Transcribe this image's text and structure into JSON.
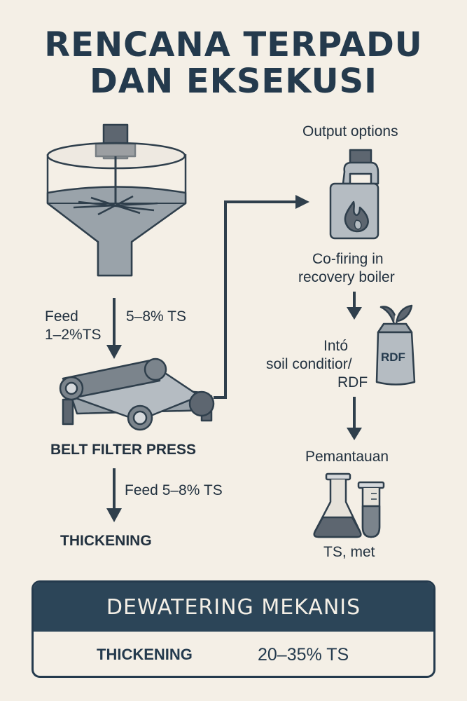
{
  "title": {
    "line1": "RENCANA TERPADU",
    "line2": "DAN EKSEKUSI"
  },
  "left": {
    "feed_label_line1": "Feed",
    "feed_label_line2": "1–2%TS",
    "thickened_label": "5–8% TS",
    "belt_press_label": "BELT FILTER PRESS",
    "feed2_label": "Feed 5–8% TS",
    "thickening_label": "THICKENING"
  },
  "right": {
    "output_options": "Output options",
    "cofiring_line1": "Co-firing in",
    "cofiring_line2": "recovery boiler",
    "soil_line1": "Intó",
    "soil_line2": "soil conditior/",
    "soil_line3": "RDF",
    "rdf_bag_text": "RDF",
    "monitoring_title": "Pemantauan",
    "monitoring_sub": "TS, met"
  },
  "table": {
    "header": "DEWATERING MEKANIS",
    "row_label": "THICKENING",
    "row_value": "20–35% TS"
  },
  "colors": {
    "ink": "#243a4d",
    "background": "#f4efe6",
    "grey": "#9aa3aa",
    "dark_grey": "#5d6670",
    "header_fill": "#2c4558"
  }
}
